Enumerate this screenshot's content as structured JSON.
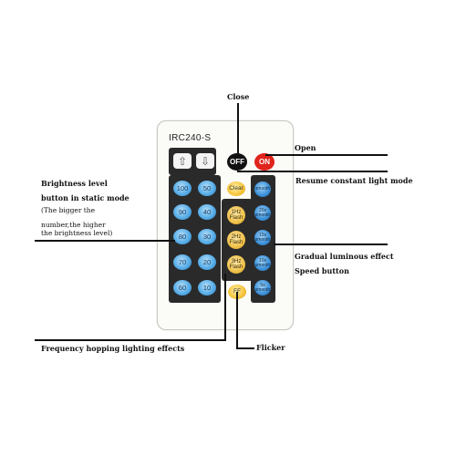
{
  "remote": {
    "model": "IRC240-S",
    "arrow_up": "⇧",
    "arrow_down": "⇩",
    "off_label": "OFF",
    "on_label": "ON",
    "brightness_buttons": [
      "100",
      "50",
      "90",
      "40",
      "80",
      "30",
      "70",
      "20",
      "60",
      "10"
    ],
    "clear_label": "Clear",
    "flash_buttons": [
      {
        "line1": "1Hz",
        "line2": "Flash"
      },
      {
        "line1": "2Hz",
        "line2": "Flash"
      },
      {
        "line1": "3Hz",
        "line2": "Flash"
      }
    ],
    "ff_label": "FF",
    "smooth_top": "smooth",
    "smooth_buttons": [
      {
        "line1": "20s",
        "line2": "smooth"
      },
      {
        "line1": "15s",
        "line2": "smooth"
      },
      {
        "line1": "10s",
        "line2": "smooth"
      },
      {
        "line1": "5s",
        "line2": "smooth"
      }
    ]
  },
  "labels": {
    "close": "Close",
    "open": "Open",
    "resume": "Resume constant light mode",
    "brightness_title_1": "Brightness level",
    "brightness_title_2": "button in static mode",
    "brightness_note_1": "(The bigger the",
    "brightness_note_2": "number,the higher",
    "brightness_note_3": "the brightness level)",
    "gradual_1": "Gradual luminous effect",
    "gradual_2": "Speed button",
    "frequency": "Frequency hopping lighting effects",
    "flicker": "Flicker"
  },
  "colors": {
    "brightness_button": "#58aee8",
    "flash_button": "#f0c14a",
    "off_button": "#111111",
    "on_button": "#e0231b"
  }
}
